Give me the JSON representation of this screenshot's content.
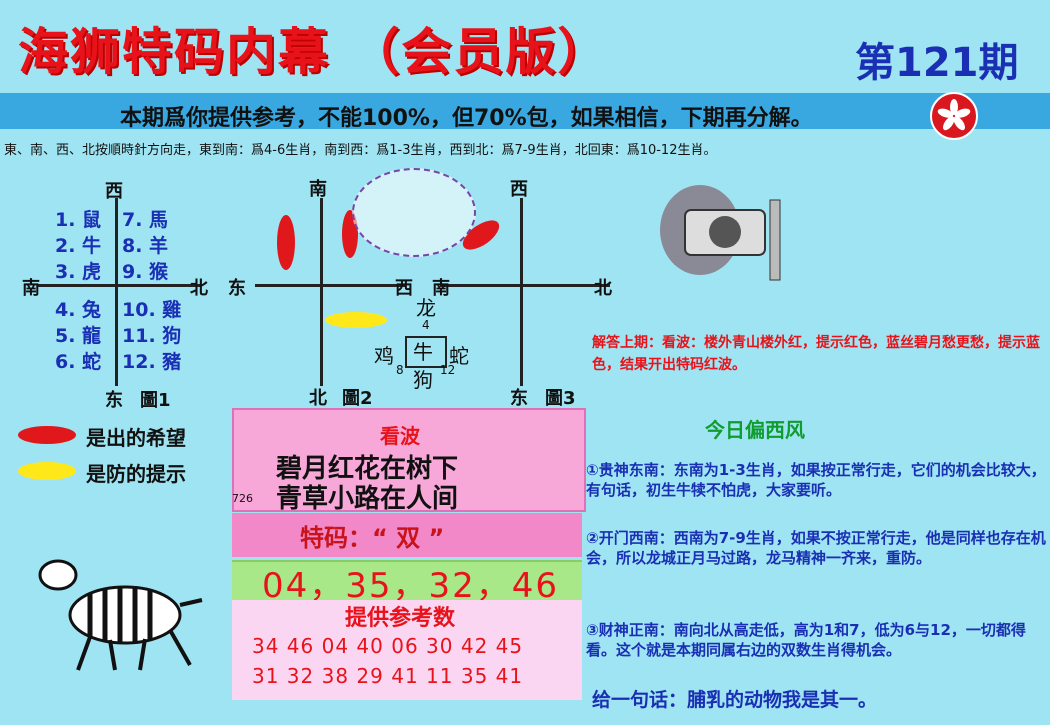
{
  "header": {
    "title": "海狮特码内幕 （会员版）",
    "issue": "第121期"
  },
  "banner": {
    "text": "本期爲你提供参考，不能100%，但70%包，如果相信，下期再分解。"
  },
  "direction_note": "東、南、西、北按順時針方向走，東到南：爲4-6生肖，南到西：爲1-3生肖，西到北：爲7-9生肖，北回東：爲10-12生肖。",
  "figure1": {
    "top": "西",
    "left": "南",
    "right": "北",
    "bottom": "东",
    "caption": "圖1",
    "col1": [
      "1. 鼠",
      "2. 牛",
      "3. 虎",
      "4. 兔",
      "5. 龍",
      "6. 蛇"
    ],
    "col2": [
      "7. 馬",
      "8. 羊",
      "9. 猴",
      "10. 雞",
      "11. 狗",
      "12. 豬"
    ]
  },
  "figure2": {
    "top": "南",
    "left": "东",
    "right": "西",
    "bottom": "北",
    "caption": "圖2"
  },
  "figure3": {
    "top": "西",
    "left": "南",
    "right": "北",
    "bottom": "东",
    "caption": "圖3"
  },
  "cross": {
    "top": "龙",
    "top_num": "4",
    "left": "鸡",
    "center": "牛",
    "right": "蛇",
    "left_num": "8",
    "right_num": "12",
    "bottom": "狗"
  },
  "legend": {
    "red": "是出的希望",
    "yellow": "是防的提示"
  },
  "kanbo": {
    "title": "看波",
    "line1": "碧月红花在树下",
    "line2": "青草小路在人间",
    "small_num": "726"
  },
  "tema": {
    "text": "特码：“ 双 ”"
  },
  "numbers": {
    "text": "04，35，32，46"
  },
  "reference": {
    "title": "提供参考数",
    "row1": "34 46 04 40 06 30 42 45",
    "row2": "31 32 38 29 41 11 35 41"
  },
  "answer": {
    "text": "解答上期：看波：楼外青山楼外红，提示红色，蓝丝碧月愁更愁，提示蓝色，结果开出特码红波。"
  },
  "right_panel": {
    "wind": "今日偏西风",
    "p1": "①贵神东南：东南为1-3生肖，如果按正常行走，它们的机会比较大，有句话，初生牛犊不怕虎，大家要听。",
    "p2": "②开门西南：西南为7-9生肖，如果不按正常行走，他是同样也存在机会，所以龙城正月马过路，龙马精神一齐来，重防。",
    "p3": "③财神正南：南向北从高走低，高为1和7，低为6与12，一切都得看。这个就是本期同属右边的双数生肖得机会。",
    "final": "给一句话：脯乳的动物我是其一。"
  },
  "colors": {
    "title_red": "#e8131a",
    "blue_text": "#1a2fb4",
    "banner_blue": "#3aa8e0",
    "legend_red": "#e0171b",
    "legend_yellow": "#ffe81a"
  }
}
